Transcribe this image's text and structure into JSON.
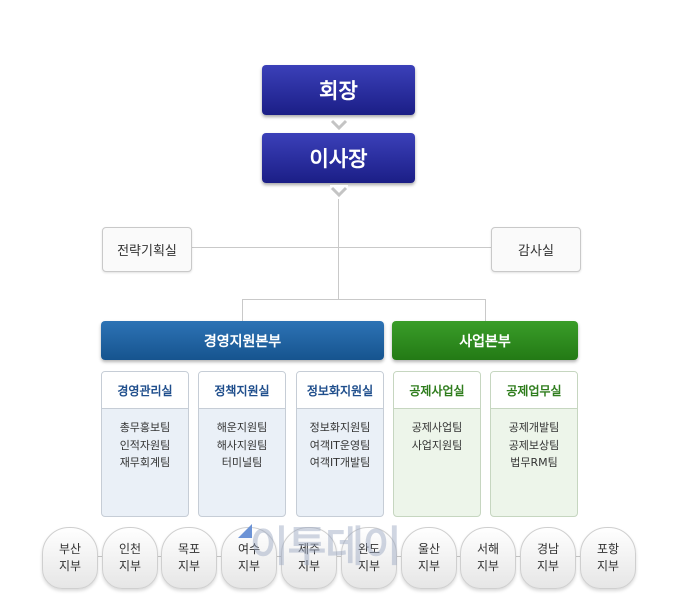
{
  "top": {
    "chairman": "회장",
    "president": "이사장"
  },
  "staff": {
    "left": "전략기획실",
    "right": "감사실"
  },
  "divisions": [
    {
      "label": "경영지원본부",
      "color": "#1f5f9e"
    },
    {
      "label": "사업본부",
      "color": "#2e8a1e"
    }
  ],
  "departments": [
    {
      "name": "경영관리실",
      "teams": [
        "총무홍보팀",
        "인적자원팀",
        "재무회계팀"
      ]
    },
    {
      "name": "정책지원실",
      "teams": [
        "해운지원팀",
        "해사지원팀",
        "터미널팀"
      ]
    },
    {
      "name": "정보화지원실",
      "teams": [
        "정보화지원팀",
        "여객IT운영팀",
        "여객IT개발팀"
      ]
    },
    {
      "name": "공제사업실",
      "teams": [
        "공제사업팀",
        "사업지원팀"
      ]
    },
    {
      "name": "공제업무실",
      "teams": [
        "공제개발팀",
        "공제보상팀",
        "법무RM팀"
      ]
    }
  ],
  "branches": [
    {
      "line1": "부산",
      "line2": "지부"
    },
    {
      "line1": "인천",
      "line2": "지부"
    },
    {
      "line1": "목포",
      "line2": "지부"
    },
    {
      "line1": "여수",
      "line2": "지부"
    },
    {
      "line1": "제주",
      "line2": "지부"
    },
    {
      "line1": "완도",
      "line2": "지부"
    },
    {
      "line1": "울산",
      "line2": "지부"
    },
    {
      "line1": "서해",
      "line2": "지부"
    },
    {
      "line1": "경남",
      "line2": "지부"
    },
    {
      "line1": "포항",
      "line2": "지부"
    }
  ],
  "watermark": "이투데이"
}
